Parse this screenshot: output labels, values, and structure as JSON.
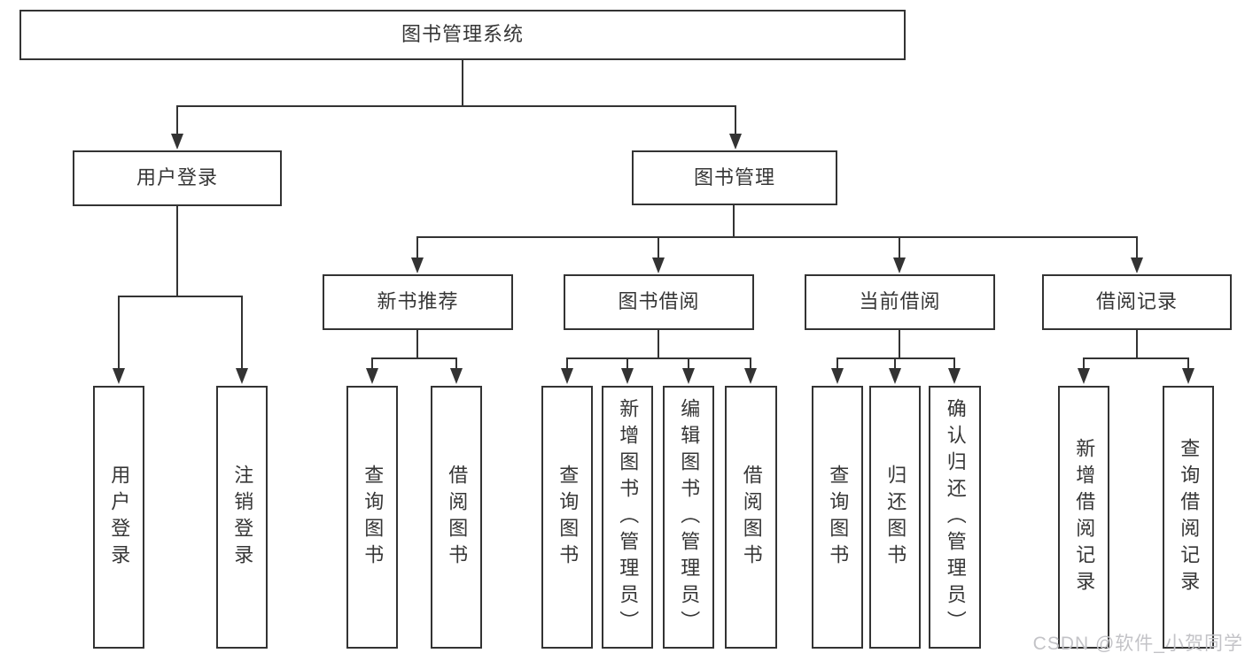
{
  "diagram": {
    "title": "图书管理系统",
    "tree": {
      "label": "图书管理系统",
      "children": [
        {
          "label": "用户登录",
          "children": [
            {
              "label": "用户登录"
            },
            {
              "label": "注销登录"
            }
          ]
        },
        {
          "label": "图书管理",
          "children": [
            {
              "label": "新书推荐",
              "children": [
                {
                  "label": "查询图书"
                },
                {
                  "label": "借阅图书"
                }
              ]
            },
            {
              "label": "图书借阅",
              "children": [
                {
                  "label": "查询图书"
                },
                {
                  "label": "新增图书（管理员）"
                },
                {
                  "label": "编辑图书（管理员）"
                },
                {
                  "label": "借阅图书"
                }
              ]
            },
            {
              "label": "当前借阅",
              "children": [
                {
                  "label": "查询图书"
                },
                {
                  "label": "归还图书"
                },
                {
                  "label": "确认归还（管理员）"
                }
              ]
            },
            {
              "label": "借阅记录",
              "children": [
                {
                  "label": "新增借阅记录"
                },
                {
                  "label": "查询借阅记录"
                }
              ]
            }
          ]
        }
      ]
    },
    "colors": {
      "line": "#333333",
      "box_border": "#333333",
      "text": "#363636",
      "background": "#ffffff",
      "watermark": "#c3c3c7"
    }
  },
  "watermark": {
    "text": "CSDN @软件_小贺同学"
  }
}
